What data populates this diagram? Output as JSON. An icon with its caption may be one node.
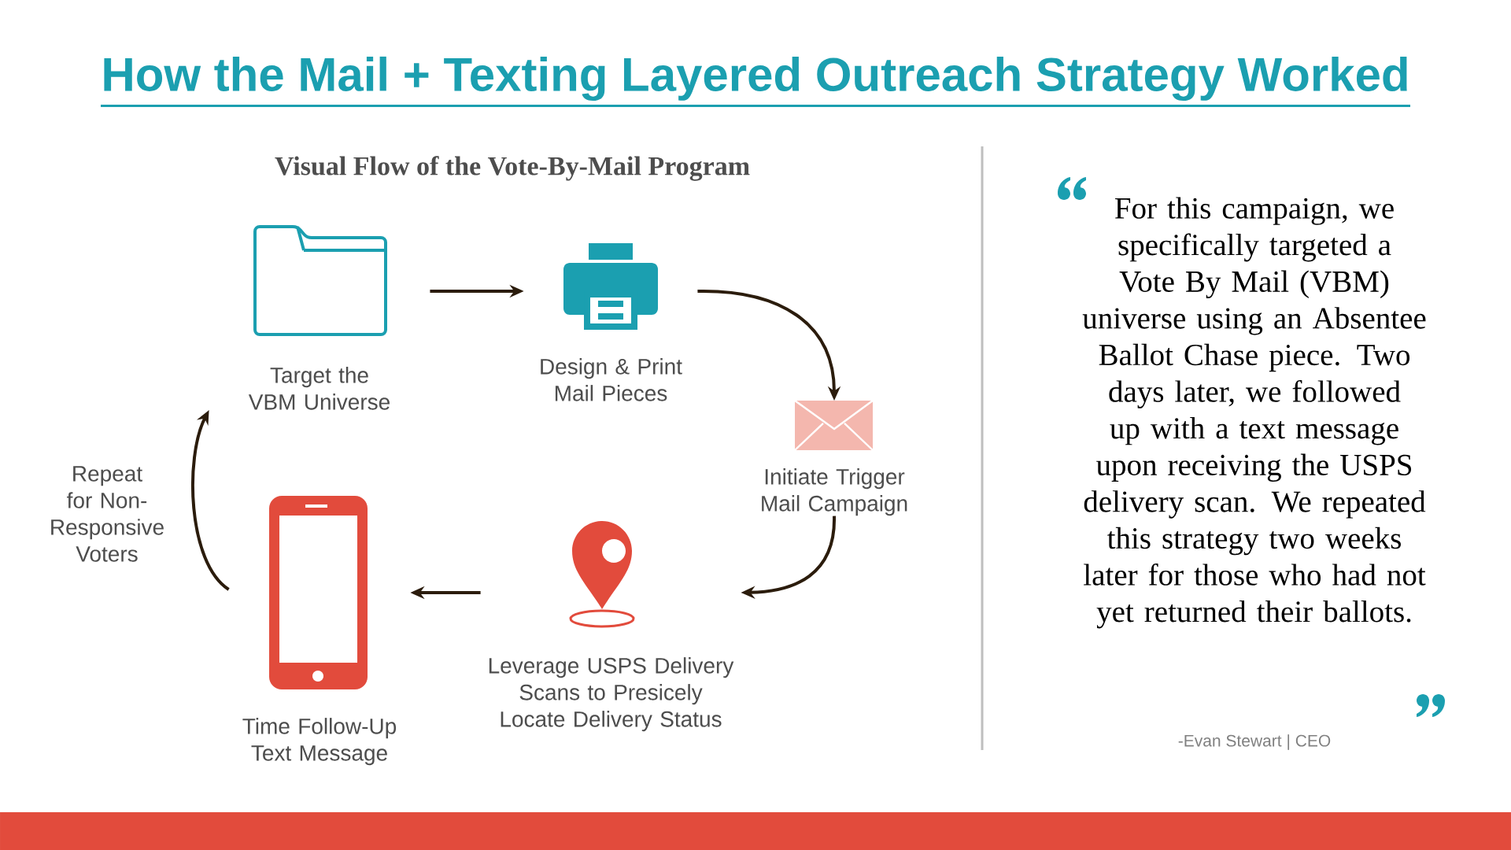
{
  "diagram": {
    "title": "How the Mail + Texting Layered Outreach Strategy Worked",
    "nodes": [
      {
        "text": [
          "Target the VBM Universe"
        ]
      },
      {
        "text": [
          "Design & Print Mail Pieces"
        ]
      },
      {
        "text": [
          "Initiate Trigger Mail Campaign"
        ]
      },
      {
        "text": [
          "Leverage USPS Delivery Scans to Presicely Locate Delivery Status"
        ]
      },
      {
        "text": [
          "Time Follow-Up Text Message"
        ]
      }
    ],
    "edges": [
      {
        "from": 0,
        "to": 1,
        "arrow": "to"
      },
      {
        "from": 1,
        "to": 2,
        "arrow": "to"
      },
      {
        "from": 2,
        "to": 3,
        "arrow": "to"
      },
      {
        "from": 3,
        "to": 4,
        "arrow": "to"
      },
      {
        "from": 4,
        "to": 0,
        "arrow": "to",
        "label": "Repeat for Non-Responsive Voters"
      }
    ],
    "labels": [
      "Visual Flow of the Vote-By-Mail Program",
      "For this campaign, we specifically targeted a Vote By Mail (VBM) universe using an Absentee Ballot Chase piece. Two days later, we followed up with a text message upon receiving the USPS delivery scan. We repeated this strategy two weeks later for those who had not yet returned their ballots.",
      "-Evan Stewart | CEO"
    ]
  }
}
